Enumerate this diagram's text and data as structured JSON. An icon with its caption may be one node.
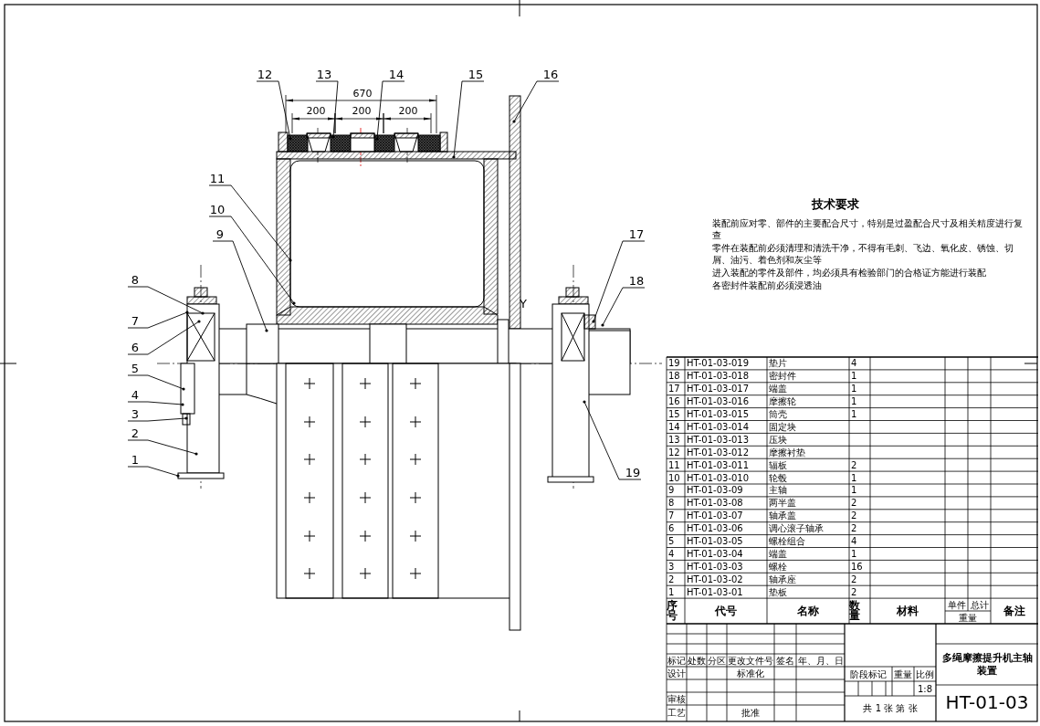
{
  "diagram": {
    "nodes": [
      {
        "text": [
          "1"
        ]
      },
      {
        "text": [
          "2"
        ]
      },
      {
        "text": [
          "3"
        ]
      },
      {
        "text": [
          "4"
        ]
      },
      {
        "text": [
          "5"
        ]
      },
      {
        "text": [
          "6"
        ]
      },
      {
        "text": [
          "7"
        ]
      },
      {
        "text": [
          "8"
        ]
      },
      {
        "text": [
          "9"
        ]
      },
      {
        "text": [
          "10"
        ]
      },
      {
        "text": [
          "11"
        ]
      },
      {
        "text": [
          "12"
        ]
      },
      {
        "text": [
          "13"
        ]
      },
      {
        "text": [
          "14"
        ]
      },
      {
        "text": [
          "15"
        ]
      },
      {
        "text": [
          "16"
        ]
      },
      {
        "text": [
          "17"
        ]
      },
      {
        "text": [
          "18"
        ]
      },
      {
        "text": [
          "19"
        ]
      }
    ],
    "edges": [
      {
        "from": 0,
        "to": null,
        "arrow": "other"
      },
      {
        "from": 1,
        "to": null,
        "arrow": "other"
      },
      {
        "from": 2,
        "to": null,
        "arrow": "other"
      },
      {
        "from": 3,
        "to": null,
        "arrow": "other"
      },
      {
        "from": 4,
        "to": null,
        "arrow": "other"
      },
      {
        "from": 5,
        "to": null,
        "arrow": "other"
      },
      {
        "from": 6,
        "to": null,
        "arrow": "other"
      },
      {
        "from": 7,
        "to": null,
        "arrow": "other"
      },
      {
        "from": 8,
        "to": null,
        "arrow": "other"
      },
      {
        "from": 9,
        "to": null,
        "arrow": "other"
      },
      {
        "from": 10,
        "to": null,
        "arrow": "other"
      },
      {
        "from": 11,
        "to": null,
        "arrow": "other"
      },
      {
        "from": 12,
        "to": null,
        "arrow": "other"
      },
      {
        "from": 13,
        "to": null,
        "arrow": "other"
      },
      {
        "from": 14,
        "to": null,
        "arrow": "other"
      },
      {
        "from": 15,
        "to": null,
        "arrow": "other"
      },
      {
        "from": 16,
        "to": null,
        "arrow": "other"
      },
      {
        "from": 17,
        "to": null,
        "arrow": "other"
      },
      {
        "from": 18,
        "to": null,
        "arrow": "other"
      }
    ],
    "labels": [
      "670",
      "200",
      "200",
      "200",
      "Y",
      "技术要求",
      "装配前应对零、部件的主要配合尺寸，特别是过盈配合尺寸及相关精度进行复查",
      "零件在装配前必须清理和清洗干净，不得有毛刺、飞边、氧化皮、锈蚀、切屑、油污、着色剂和灰尘等",
      "进入装配的零件及部件，均必须具有检验部门的合格证方能进行装配",
      "各密封件装配前必须浸透油",
      "19",
      "HT-01-03-019",
      "垫片",
      "4",
      "18",
      "HT-01-03-018",
      "密封件",
      "1",
      "17",
      "HT-01-03-017",
      "端盖",
      "1",
      "16",
      "HT-01-03-016",
      "摩擦轮",
      "1",
      "15",
      "HT-01-03-015",
      "筒壳",
      "1",
      "14",
      "HT-01-03-014",
      "固定块",
      "13",
      "HT-01-03-013",
      "压块",
      "12",
      "HT-01-03-012",
      "摩擦衬垫",
      "11",
      "HT-01-03-011",
      "辐板",
      "2",
      "10",
      "HT-01-03-010",
      "轮毂",
      "1",
      "9",
      "HT-01-03-09",
      "主轴",
      "1",
      "8",
      "HT-01-03-08",
      "两半盖",
      "2",
      "7",
      "HT-01-03-07",
      "轴承盖",
      "2",
      "6",
      "HT-01-03-06",
      "调心滚子轴承",
      "2",
      "5",
      "HT-01-03-05",
      "螺栓组合",
      "4",
      "4",
      "HT-01-03-04",
      "端盖",
      "1",
      "3",
      "HT-01-03-03",
      "螺栓",
      "16",
      "2",
      "HT-01-03-02",
      "轴承座",
      "2",
      "1",
      "HT-01-03-01",
      "垫板",
      "2",
      "序号",
      "代号",
      "名称",
      "数量",
      "材料",
      "单件",
      "总计",
      "重量",
      "备注",
      "标记",
      "处数",
      "分区",
      "更改文件号",
      "签名",
      "年、月、日",
      "设计",
      "标准化",
      "审核",
      "工艺",
      "批准",
      "阶段标记",
      "重量",
      "比例",
      "1:8",
      "共 1 张 第 张",
      "多绳摩擦提升机主轴装置",
      "HT-01-03"
    ]
  }
}
